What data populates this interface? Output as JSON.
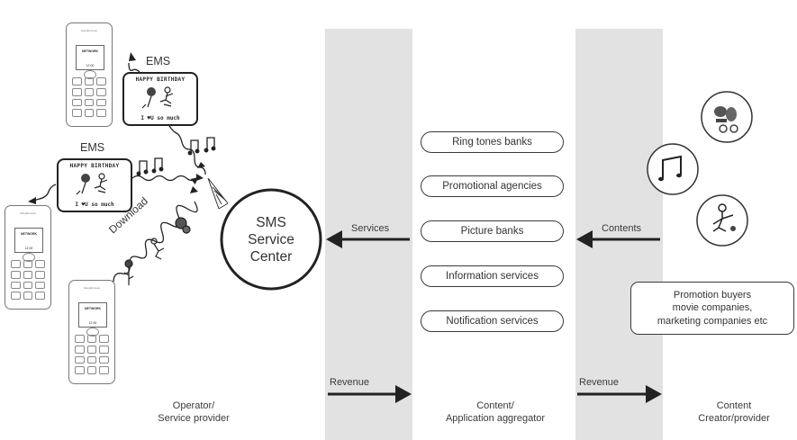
{
  "diagram": {
    "columns": {
      "operator": {
        "label_line1": "Operator/",
        "label_line2": "Service provider"
      },
      "aggregator": {
        "label_line1": "Content/",
        "label_line2": "Application aggregator"
      },
      "creator": {
        "label_line1": "Content",
        "label_line2": "Creator/provider"
      }
    },
    "sms_center": {
      "line1": "SMS",
      "line2": "Service",
      "line3": "Center"
    },
    "arrows": {
      "services": "Services",
      "contents": "Contents",
      "revenue_left": "Revenue",
      "revenue_right": "Revenue",
      "download": "Download"
    },
    "ems_messages": [
      {
        "title": "EMS",
        "header": "HAPPY BIRTHDAY",
        "footer": "I ♥U so much"
      },
      {
        "title": "EMS",
        "header": "HAPPY BIRTHDAY",
        "footer": "I ♥U so much"
      }
    ],
    "phones": [
      {
        "brand": "SonyEricsson",
        "screen": "NETWORK",
        "time": "12:00"
      },
      {
        "brand": "SonyEricsson",
        "screen": "NETWORK",
        "time": "12:00"
      },
      {
        "brand": "SonyEricsson",
        "screen": "NETWORK",
        "time": "12:00"
      }
    ],
    "aggregator_services": [
      "Ring tones banks",
      "Promotional agencies",
      "Picture banks",
      "Information services",
      "Notification services"
    ],
    "content_icons": [
      "dog-picture-icon",
      "music-note-icon",
      "stick-figure-icon"
    ],
    "promotion_box": {
      "line1": "Promotion buyers",
      "line2": "movie companies,",
      "line3": "marketing companies etc"
    },
    "colors": {
      "band": "#e2e2e2",
      "stroke": "#222222",
      "text": "#333333"
    }
  }
}
